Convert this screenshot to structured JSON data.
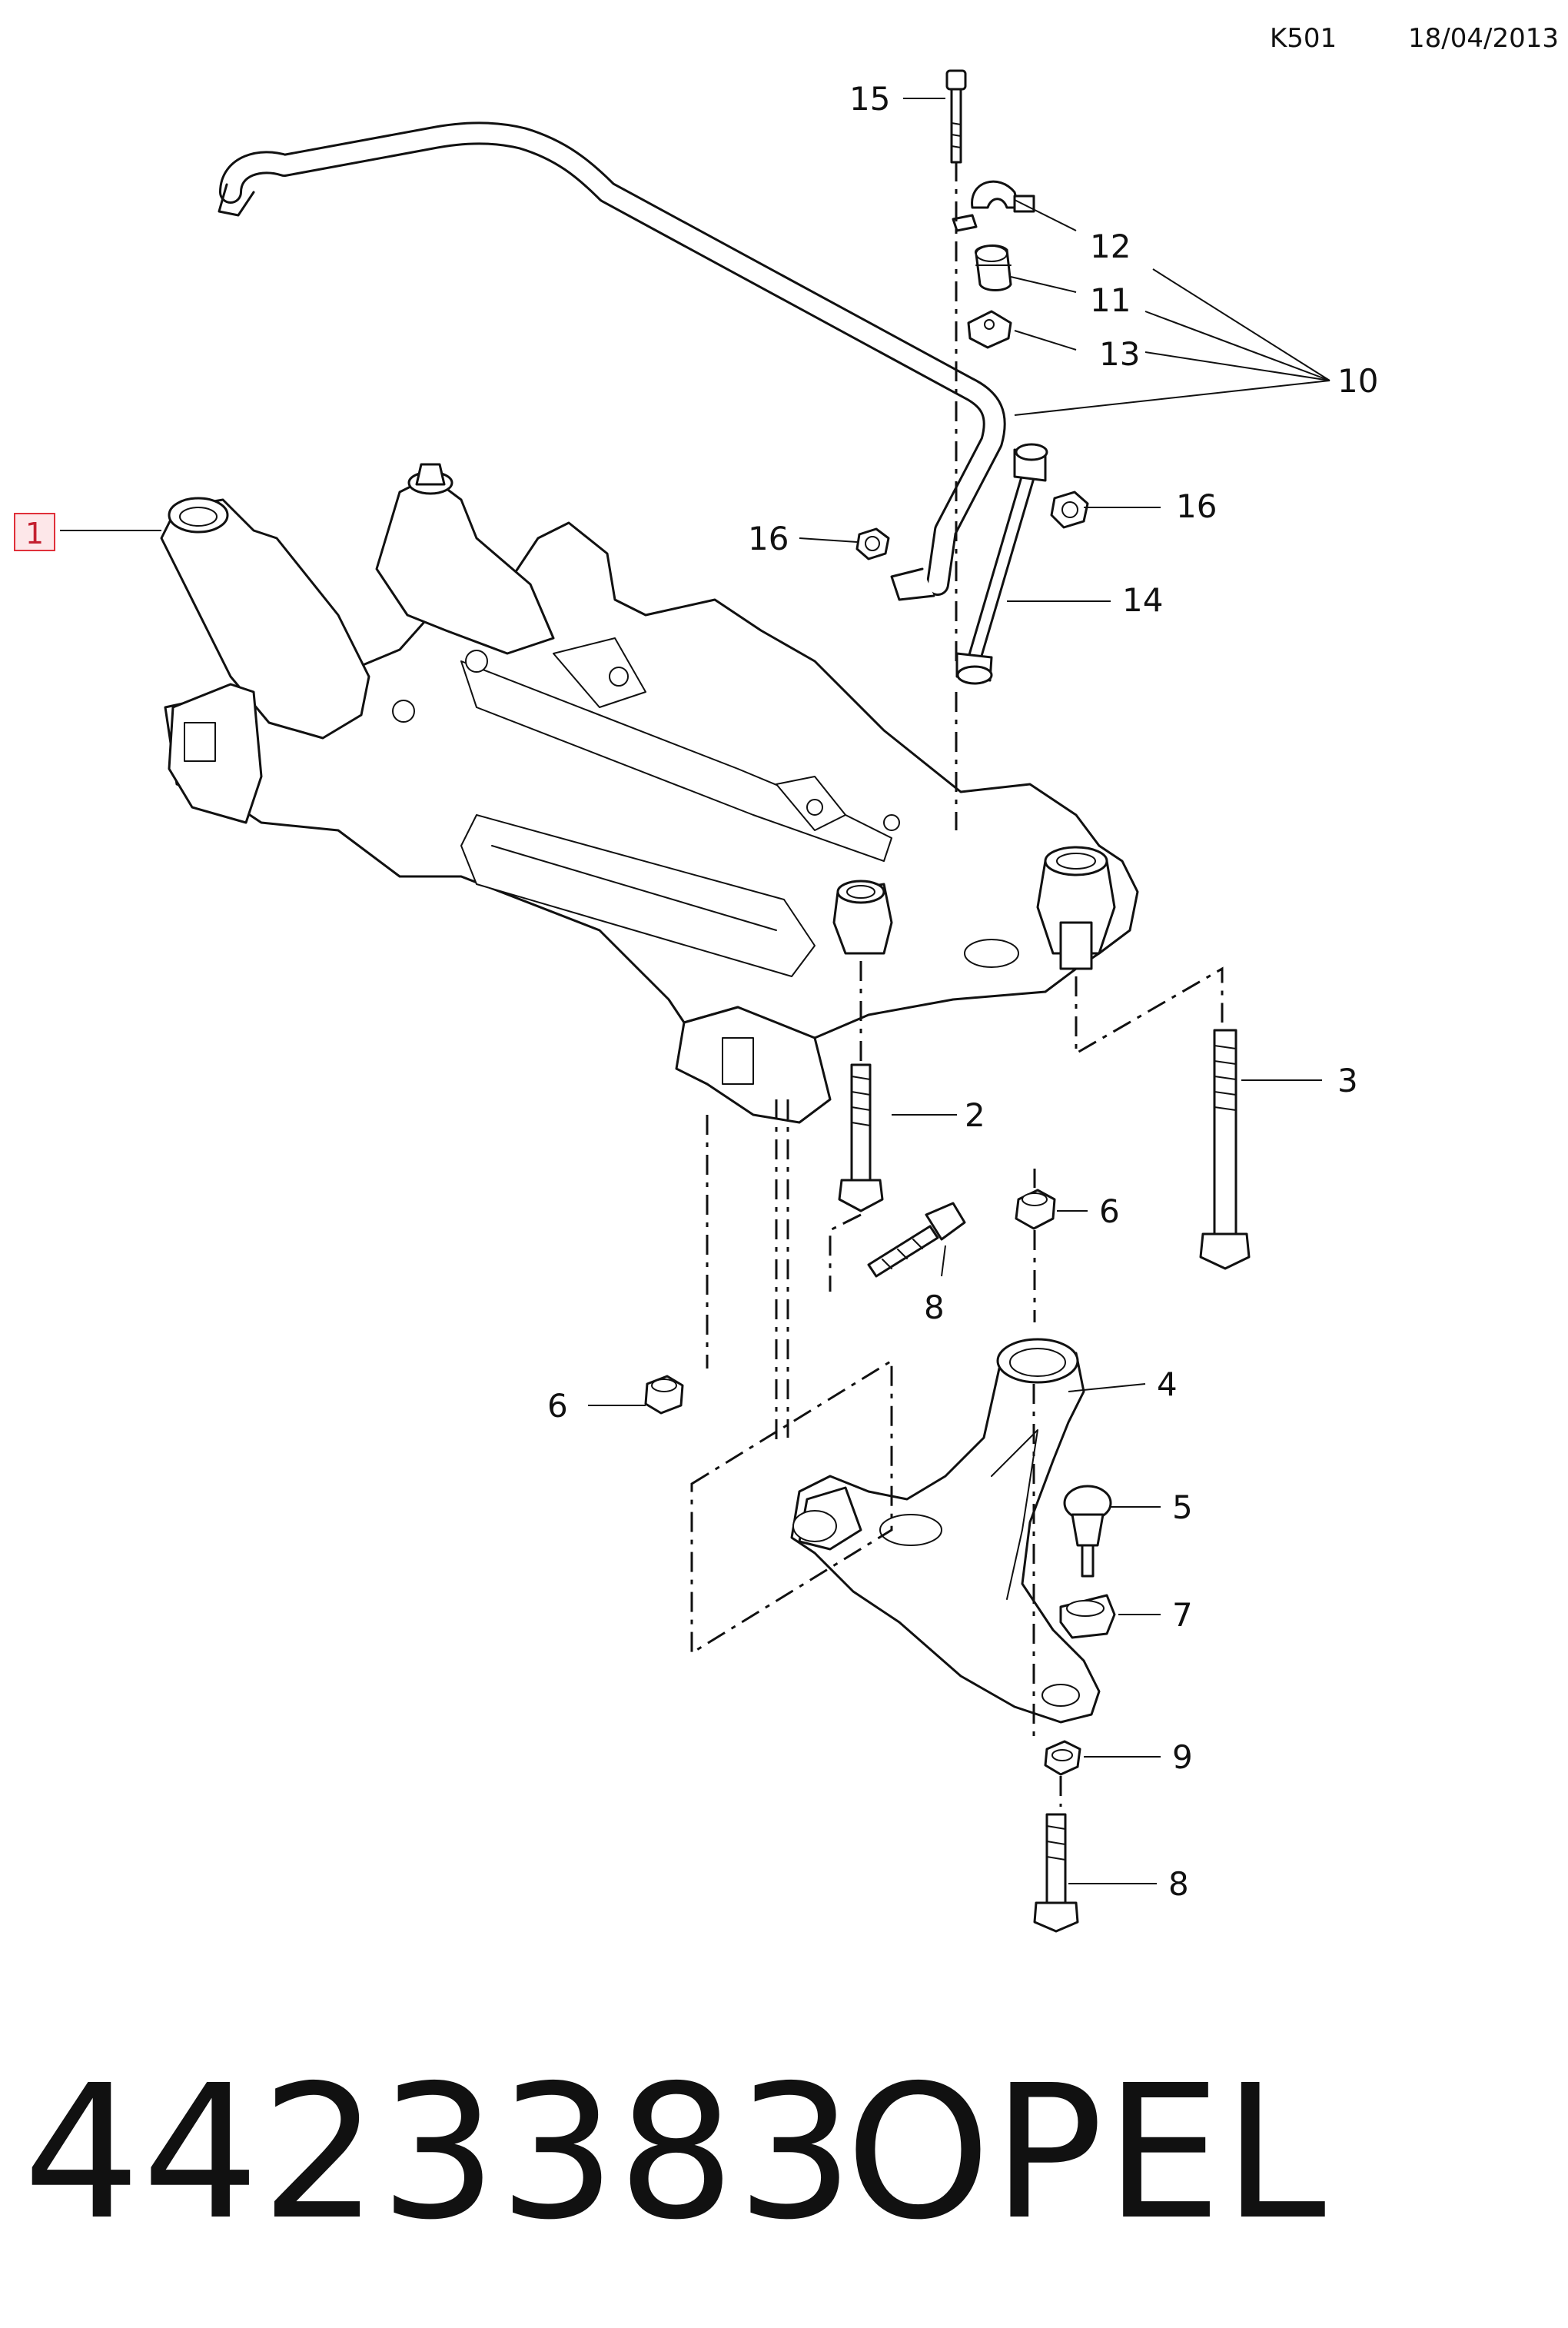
{
  "header": {
    "ref": "K501",
    "date": "18/04/2013"
  },
  "selected_part": "1",
  "callouts": {
    "c1": "1",
    "c2": "2",
    "c3": "3",
    "c4": "4",
    "c5": "5",
    "c6a": "6",
    "c6b": "6",
    "c7": "7",
    "c8a": "8",
    "c8b": "8",
    "c9": "9",
    "c10": "10",
    "c11": "11",
    "c12": "12",
    "c13": "13",
    "c14": "14",
    "c15": "15",
    "c16a": "16",
    "c16b": "16"
  },
  "footer": {
    "part_number": "4423383",
    "brand": "OPEL"
  }
}
